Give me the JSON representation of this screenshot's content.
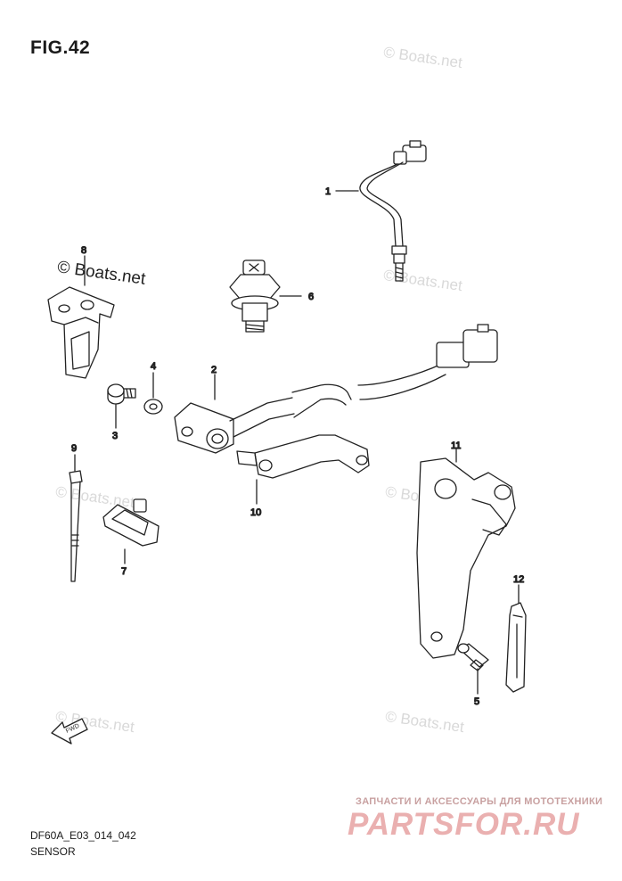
{
  "figure": {
    "title": "FIG.42",
    "code": "DF60A_E03_014_042",
    "caption": "SENSOR"
  },
  "watermarks": {
    "text": "© Boats.net"
  },
  "ad": {
    "tagline": "ЗАПЧАСТИ И АКСЕССУАРЫ ДЛЯ МОТОТЕХНИКИ",
    "logo": "PARTSFOR.RU",
    "logo_color": "#eab0b0"
  },
  "parts": [
    {
      "ref": "1"
    },
    {
      "ref": "2"
    },
    {
      "ref": "3"
    },
    {
      "ref": "4"
    },
    {
      "ref": "5"
    },
    {
      "ref": "6"
    },
    {
      "ref": "7"
    },
    {
      "ref": "8"
    },
    {
      "ref": "9"
    },
    {
      "ref": "10"
    },
    {
      "ref": "11"
    },
    {
      "ref": "12"
    }
  ],
  "fwd_label": "FWD"
}
